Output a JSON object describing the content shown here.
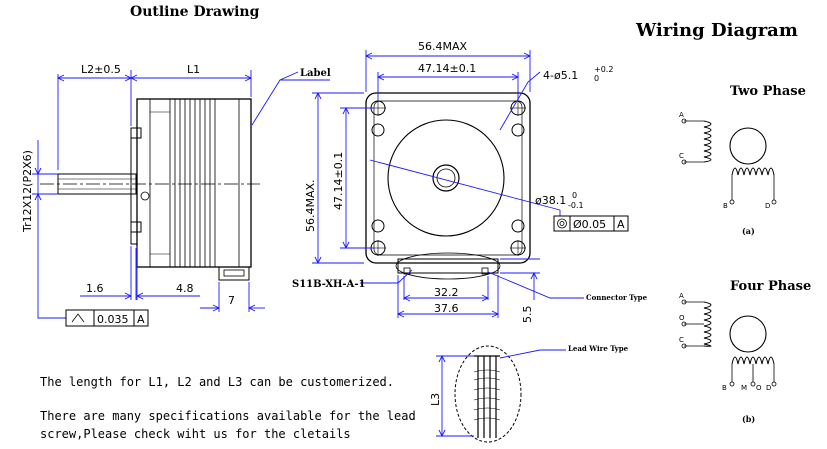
{
  "outline": {
    "title": "Outline Drawing",
    "label_tag": "Label",
    "dim_l2": "L2±0.5",
    "dim_l1": "L1",
    "dim_thread": "Tr12X12(P2X6)",
    "dim_1_6": "1.6",
    "dim_4_8": "4.8",
    "dim_7": "7",
    "tol_runout": "0.035",
    "tol_runout_ref": "A",
    "connector_model": "S11B-XH-A-1"
  },
  "front": {
    "dim_564max_top": "56.4MAX",
    "dim_4714_top": "47.14±0.1",
    "dim_holes": "4-ø5.1",
    "dim_holes_tol_up": "+0.2",
    "dim_holes_tol_dn": "0",
    "dim_564max_side": "56.4MAX.",
    "dim_4714_side": "47.14±0.1",
    "dim_boss": "ø38.1",
    "dim_boss_tol_up": "0",
    "dim_boss_tol_dn": "-0.1",
    "tol_conc": "Ø0.05",
    "tol_conc_ref": "A",
    "dim_32_2": "32.2",
    "dim_37_6": "37.6",
    "dim_5_5": "5.5",
    "connector_type": "Connector Type",
    "lead_wire_type": "Lead Wire Type",
    "dim_l3": "L3"
  },
  "notes": {
    "line1": "The length for L1, L2 and L3 can be customerized.",
    "line2": "There are many specifications available for the lead",
    "line3": "screw,Please check wiht us for the cletails"
  },
  "wiring": {
    "title": "Wiring Diagram",
    "two_phase": "Two Phase",
    "four_phase": "Four Phase",
    "cap_a": "(a)",
    "cap_b": "(b)",
    "pins_a": {
      "a": "A",
      "c": "C",
      "b": "B",
      "d": "D"
    },
    "pins_b": {
      "a": "A",
      "o1": "O",
      "c": "C",
      "b": "B",
      "m": "M",
      "o2": "O",
      "d": "D"
    }
  }
}
